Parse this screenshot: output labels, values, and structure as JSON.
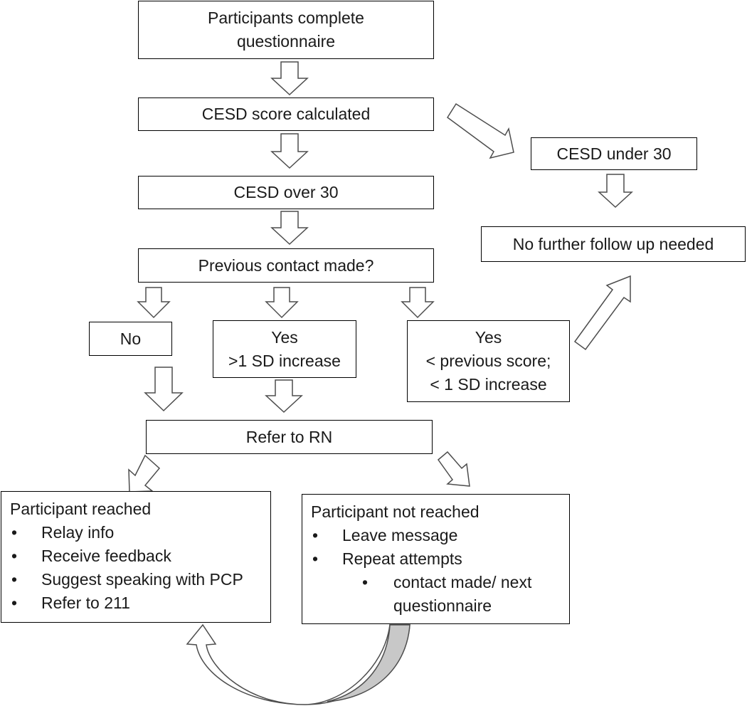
{
  "nodes": {
    "start": {
      "lines": [
        "Participants complete",
        "questionnaire"
      ]
    },
    "calc": {
      "text": "CESD score calculated"
    },
    "under": {
      "text": "CESD under 30"
    },
    "over": {
      "text": "CESD over 30"
    },
    "nofollow": {
      "text": "No further follow up needed"
    },
    "prev": {
      "text": "Previous contact made?"
    },
    "no": {
      "text": "No"
    },
    "yes_inc": {
      "lines": [
        "Yes",
        ">1 SD increase"
      ]
    },
    "yes_lt": {
      "lines": [
        "Yes",
        "< previous score;",
        "< 1 SD increase"
      ]
    },
    "rn": {
      "text": "Refer to RN"
    },
    "reached": {
      "title": "Participant reached",
      "items": [
        "Relay info",
        "Receive feedback",
        "Suggest speaking with PCP",
        "Refer to 211"
      ]
    },
    "not_reached": {
      "title": "Participant not reached",
      "items": [
        "Leave message",
        "Repeat attempts"
      ],
      "subitem_lines": [
        "contact made/ next",
        "questionnaire"
      ]
    }
  }
}
